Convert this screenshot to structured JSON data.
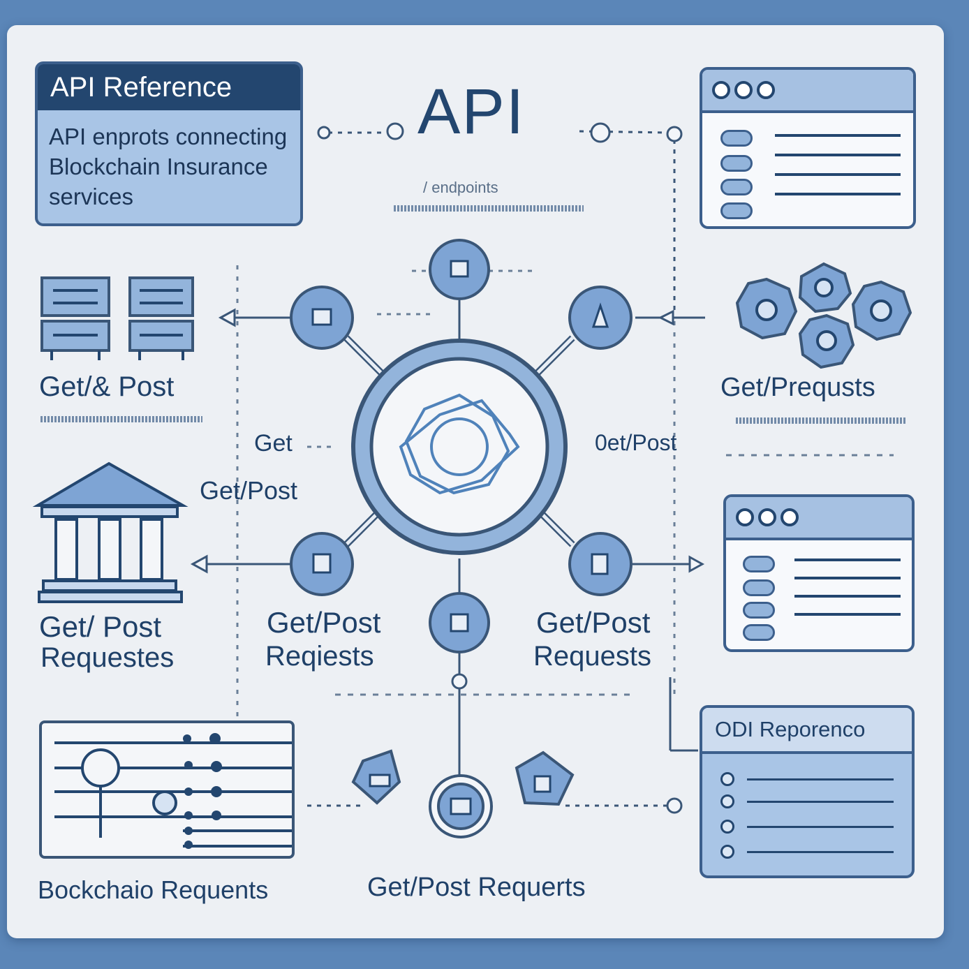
{
  "header": {
    "title": "API",
    "subtitle_scribble": "/ endpoints"
  },
  "reference_card": {
    "title": "API Reference",
    "lines": [
      "API enprots connecting",
      "Blockchain Insurance",
      "services"
    ]
  },
  "labels": {
    "left_top": "Get/& Post",
    "left_get": "Get",
    "left_getpost": "Get/Post",
    "right_top": "Get/Prequsts",
    "right_getpost": "0et/Post",
    "bottom_left_1": "Get/ Post",
    "bottom_left_2": "Requestes",
    "center_left_1": "Get/Post",
    "center_left_2": "Reqiests",
    "center_right_1": "Get/Post",
    "center_right_2": "Requests",
    "blockchain": "Bockchaio Requents",
    "getpost_requests": "Get/Post Requerts"
  },
  "reference_window": {
    "title": "ODI Reporenco"
  },
  "colors": {
    "background": "#5b86b8",
    "board": "#edf0f4",
    "accent": "#7fa6d6",
    "dark": "#23466f"
  }
}
